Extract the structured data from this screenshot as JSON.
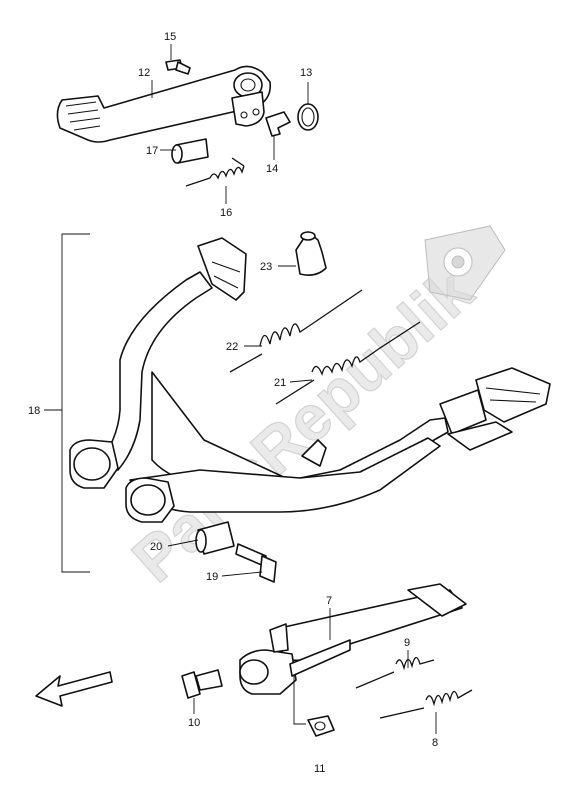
{
  "watermark": {
    "text": "PartsRepublik"
  },
  "callouts": {
    "c7": "7",
    "c8": "8",
    "c9": "9",
    "c10": "10",
    "c11": "11",
    "c12": "12",
    "c13": "13",
    "c14": "14",
    "c15": "15",
    "c16": "16",
    "c17": "17",
    "c18": "18",
    "c19": "19",
    "c20": "20",
    "c21": "21",
    "c22": "22",
    "c23": "23"
  },
  "icons": {
    "front_direction": "arrow-front-icon",
    "watermark_logo": "gear-icon"
  }
}
